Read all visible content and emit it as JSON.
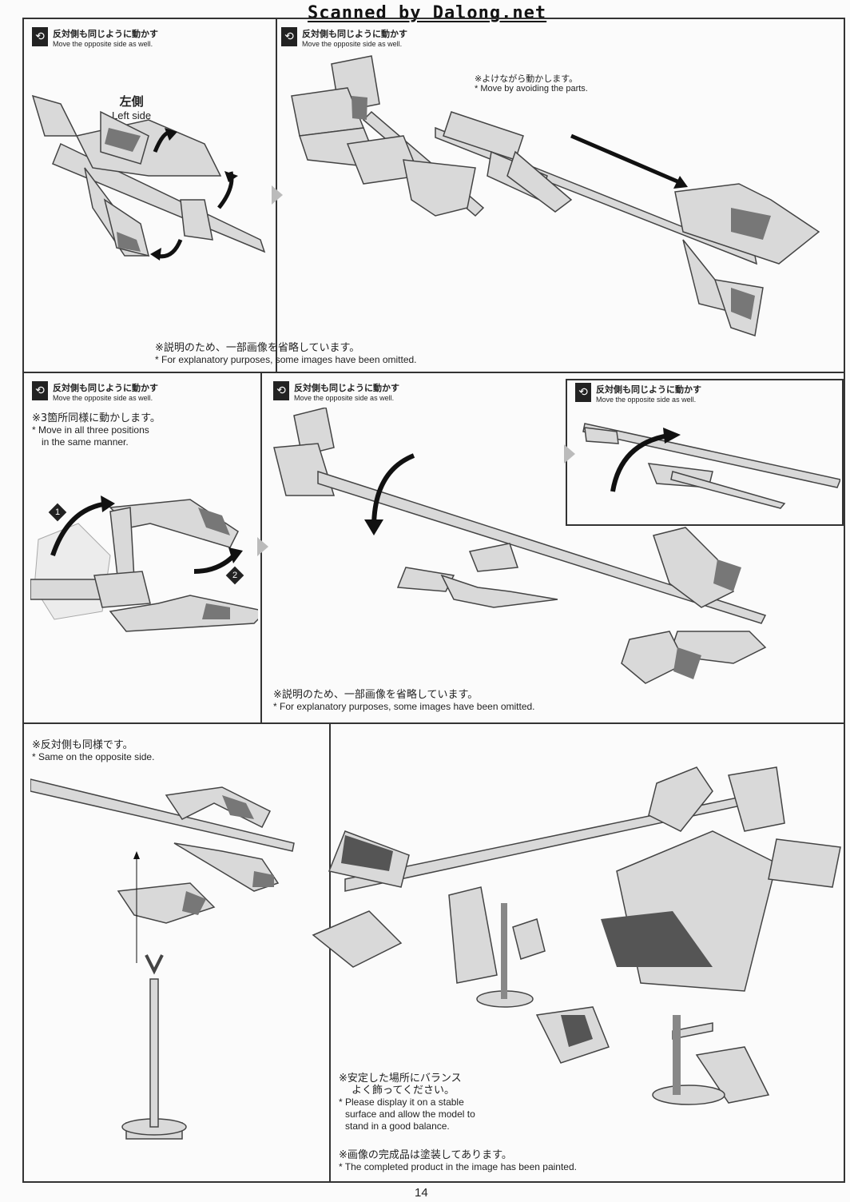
{
  "watermark": "Scanned by Dalong.net",
  "page_number": "14",
  "panel1": {
    "step_a": {
      "jp": "反対側も同じように動かす",
      "en": "Move the opposite side as well."
    },
    "step_b": {
      "jp": "反対側も同じように動かす",
      "en": "Move the opposite side as well."
    },
    "left_side": {
      "jp": "左側",
      "en": "Left side"
    },
    "avoid_note": {
      "jp": "※よけながら動かします。",
      "en": "* Move by avoiding the parts."
    },
    "omitted_note": {
      "jp": "※説明のため、一部画像を省略しています。",
      "en": "* For explanatory purposes, some images have been omitted."
    }
  },
  "panel2": {
    "step_a": {
      "jp": "反対側も同じように動かす",
      "en": "Move the opposite side as well."
    },
    "three_positions": {
      "jp": "※3箇所同様に動かします。",
      "en1": "* Move in all three positions",
      "en2": "in the same manner."
    },
    "step_b": {
      "jp": "反対側も同じように動かす",
      "en": "Move the opposite side as well."
    },
    "step_c": {
      "jp": "反対側も同じように動かす",
      "en": "Move the opposite side as well."
    },
    "badge1": "1",
    "badge2": "2",
    "omitted_note": {
      "jp": "※説明のため、一部画像を省略しています。",
      "en": "* For explanatory purposes, some images have been omitted."
    }
  },
  "panel3": {
    "same_note": {
      "jp": "※反対側も同様です。",
      "en": "* Same on the opposite side."
    },
    "balance_note": {
      "jp1": "※安定した場所にバランス",
      "jp2": "よく飾ってください。",
      "en1": "* Please display it on a stable",
      "en2": "surface and allow the model to",
      "en3": "stand in a good balance."
    },
    "painted_note": {
      "jp": "※画像の完成品は塗装してあります。",
      "en": "* The completed product in the image has been painted."
    }
  },
  "icons": {
    "flip": "flip-side-icon"
  }
}
